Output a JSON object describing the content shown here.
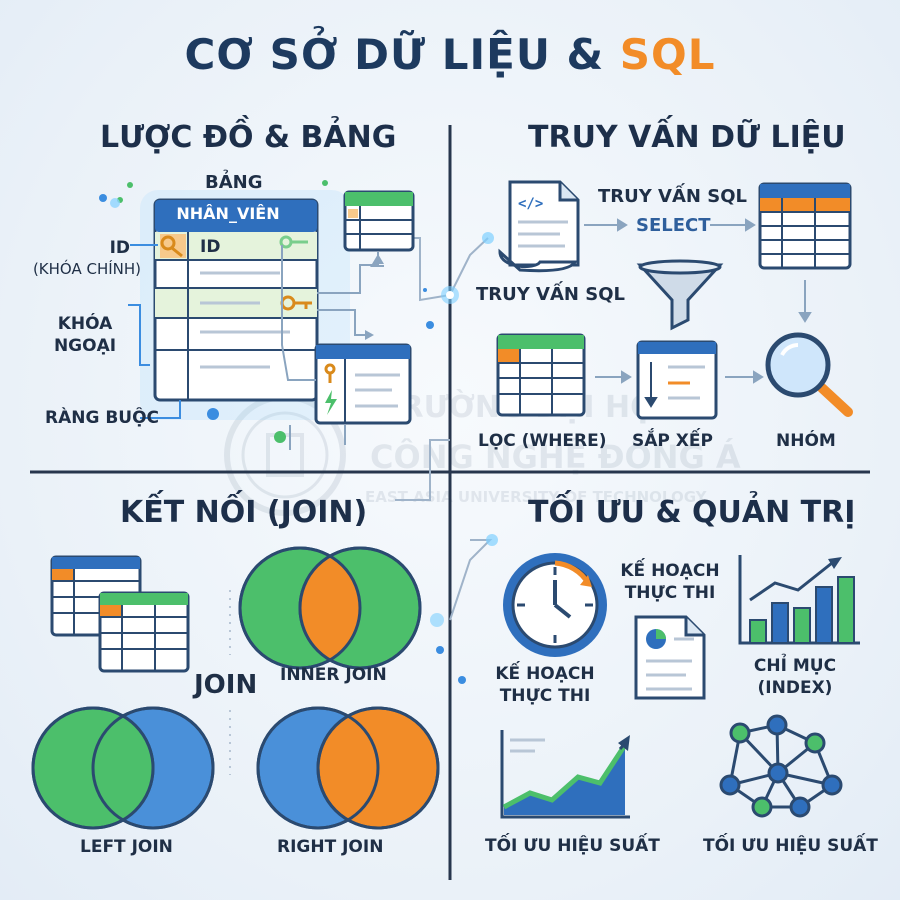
{
  "title": {
    "main": "CƠ SỞ DỮ LIỆU &",
    "accent": "SQL"
  },
  "colors": {
    "navy": "#1d3a5f",
    "orange": "#f28c28",
    "green": "#4cbf6b",
    "blue": "#4a90d9",
    "table_header": "#2f6fbd"
  },
  "schema": {
    "title": "LƯỢC ĐỒ & BẢNG",
    "table_caption": "BẢNG",
    "table_name": "NHÂN_VIÊN",
    "id_row": "ID",
    "label_id": "ID",
    "label_pk": "(KHÓA CHÍNH)",
    "label_fk_1": "KHÓA",
    "label_fk_2": "NGOẠI",
    "label_constraint": "RÀNG BUỘC",
    "icons": [
      "key-icon",
      "lightning-icon"
    ]
  },
  "query": {
    "title": "TRUY VẤN DỮ LIỆU",
    "label_sql_arrow": "TRUY VẤN SQL",
    "label_select": "SELECT",
    "label_sql_doc": "TRUY VẤN SQL",
    "label_filter": "LỌC (WHERE)",
    "label_sort": "SẮP XẾP",
    "label_group": "NHÓM",
    "icons": [
      "code-file-icon",
      "funnel-icon",
      "magnifier-icon"
    ]
  },
  "join": {
    "title": "KẾT NỐI (JOIN)",
    "center_label": "JOIN",
    "inner": "INNER JOIN",
    "left": "LEFT JOIN",
    "right": "RIGHT JOIN"
  },
  "optimize": {
    "title": "TỐI ƯU & QUẢN TRỊ",
    "plan_top_1": "KẾ HOẠCH",
    "plan_top_2": "THỰC THI",
    "plan_clock_1": "KẾ HOẠCH",
    "plan_clock_2": "THỰC THI",
    "index_1": "CHỈ MỤC",
    "index_2": "(INDEX)",
    "perf_left": "TỐI ƯU HIỆU SUẤT",
    "perf_right": "TỐI ƯU HIỆU SUẤT",
    "icons": [
      "clock-icon",
      "report-icon",
      "bar-chart-icon",
      "area-chart-icon",
      "network-icon"
    ]
  },
  "watermark": {
    "line1": "TRƯỜNG ĐẠI HỌC",
    "line2": "CÔNG NGHỆ ĐÔNG Á",
    "line3": "EAST ASIA UNIVERSITY OF TECHNOLOGY"
  }
}
